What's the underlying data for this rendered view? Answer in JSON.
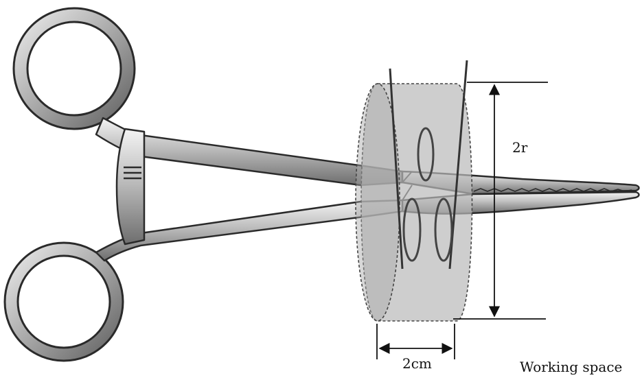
{
  "labels": {
    "diameter": "2r",
    "width": "2cm",
    "caption": "Working space"
  },
  "colors": {
    "metal_outline": "#2a2a2a",
    "metal_mid": "#8e8e8e",
    "metal_light": "#e9e9e9",
    "cylinder_fill": "#b9b9b9",
    "line": "#111111"
  }
}
